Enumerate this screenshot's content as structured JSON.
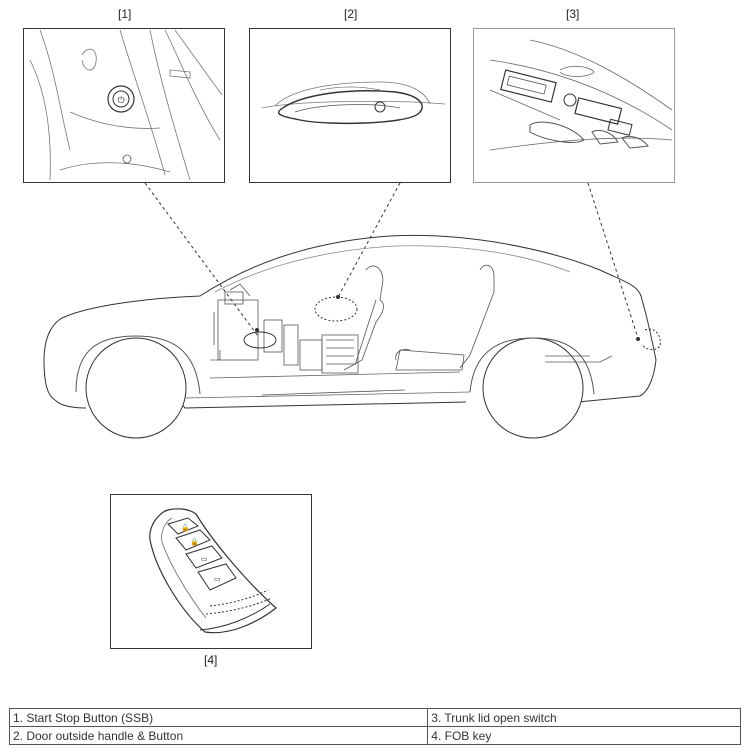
{
  "callouts": {
    "c1": "[1]",
    "c2": "[2]",
    "c3": "[3]",
    "c4": "[4]"
  },
  "legend": {
    "rows": [
      [
        "1. Start Stop Button (SSB)",
        "3. Trunk lid open switch"
      ],
      [
        "2. Door outside handle & Button",
        "4. FOB key"
      ]
    ]
  }
}
